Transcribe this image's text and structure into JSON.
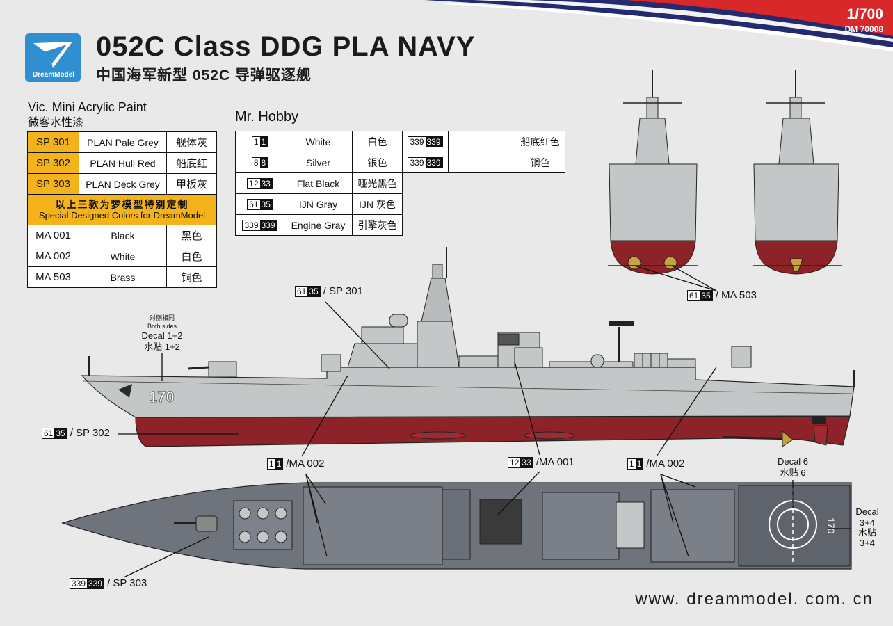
{
  "header": {
    "title": "052C Class DDG PLA NAVY",
    "subtitle": "中国海军新型 052C 导弹驱逐舰",
    "scale": "1/700",
    "catalog_no": "DM 70008",
    "logo_text": "DreamModel",
    "brand_colors": {
      "red": "#d8282a",
      "navy": "#232a6e",
      "logo_blue": "#2f8fd0"
    }
  },
  "vic": {
    "heading": "Vic. Mini Acrylic Paint",
    "heading_cn": "微客水性漆",
    "rows": [
      {
        "code": "SP 301",
        "name": "PLAN Pale Grey",
        "cn": "舰体灰"
      },
      {
        "code": "SP 302",
        "name": "PLAN Hull Red",
        "cn": "船底红"
      },
      {
        "code": "SP 303",
        "name": "PLAN Deck Grey",
        "cn": "甲板灰"
      }
    ],
    "special_cn": "以上三款为梦模型特别定制",
    "special_en": "Special Designed Colors for DreamModel",
    "rows2": [
      {
        "code": "MA 001",
        "name": "Black",
        "cn": "黑色"
      },
      {
        "code": "MA 002",
        "name": "White",
        "cn": "白色"
      },
      {
        "code": "MA 503",
        "name": "Brass",
        "cn": "铜色"
      }
    ],
    "highlight_color": "#f4b21b"
  },
  "mr": {
    "heading": "Mr. Hobby",
    "rows": [
      {
        "a": "1",
        "b": "1",
        "name": "White",
        "cn": "白色",
        "a2": "339",
        "b2": "339",
        "cn2": "船底红色"
      },
      {
        "a": "8",
        "b": "8",
        "name": "Silver",
        "cn": "银色",
        "a2": "339",
        "b2": "339",
        "cn2": "铜色"
      },
      {
        "a": "12",
        "b": "33",
        "name": "Flat Black",
        "cn": "哑光黑色"
      },
      {
        "a": "61",
        "b": "35",
        "name": "IJN Gray",
        "cn": "IJN 灰色"
      },
      {
        "a": "339",
        "b": "339",
        "name": "Engine Gray",
        "cn": "引擎灰色"
      }
    ]
  },
  "callouts": {
    "superstructure": {
      "a": "61",
      "b": "35",
      "text": "/ SP 301"
    },
    "stern_props": {
      "a": "61",
      "b": "35",
      "text": "/ MA 503"
    },
    "hull": {
      "a": "61",
      "b": "35",
      "text": "/ SP 302"
    },
    "white_fwd": {
      "a": "1",
      "b": "1",
      "text": "/MA 002"
    },
    "black": {
      "a": "12",
      "b": "33",
      "text": "/MA 001"
    },
    "white_aft": {
      "a": "1",
      "b": "1",
      "text": "/MA 002"
    },
    "deck": {
      "a": "339",
      "b": "339",
      "text": "/ SP 303"
    }
  },
  "notes": {
    "both_sides_cn": "对侧相同",
    "both_sides_en": "Both sides",
    "decal12": "Decal 1+2",
    "decal12_cn": "水贴 1+2",
    "decal6": "Decal 6",
    "decal6_cn": "水贴 6",
    "decal34_a": "Decal",
    "decal34_b": "3+4",
    "decal34_c": "水贴",
    "decal34_d": "3+4"
  },
  "ship": {
    "hull_number": "170",
    "deck_number": "170",
    "colors": {
      "grey": "#bfc3c3",
      "red": "#8e2229",
      "deck": "#6e737c",
      "dark": "#2b2b2b"
    }
  },
  "footer": {
    "website": "www. dreammodel. com. cn"
  }
}
